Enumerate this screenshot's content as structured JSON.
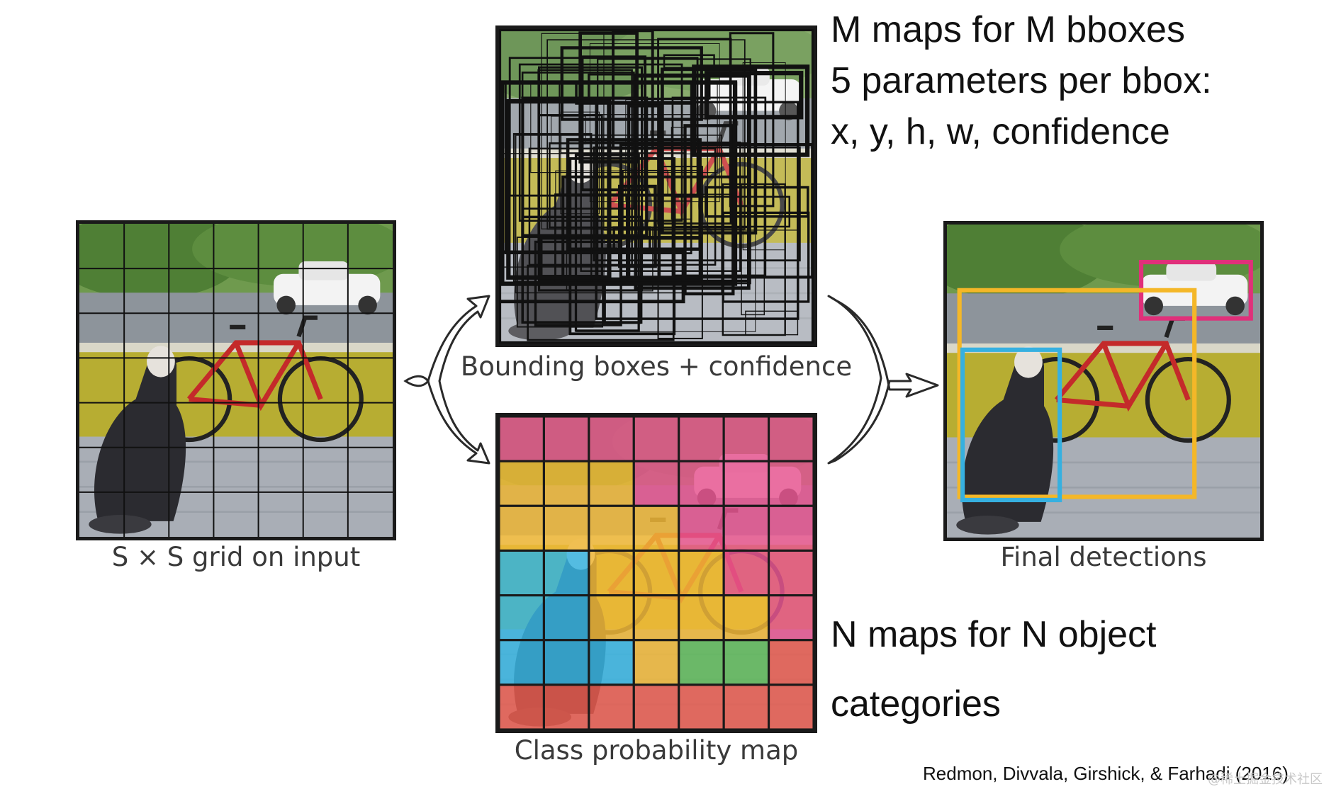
{
  "captions": {
    "input": "S × S grid on input",
    "bboxes": "Bounding boxes + confidence",
    "classmap": "Class probability map",
    "final": "Final detections"
  },
  "notes": {
    "bbox_lines": [
      "M maps for M bboxes",
      "5 parameters per bbox:",
      "x, y, h, w, confidence"
    ],
    "class_lines": [
      "N maps for N object",
      "categories"
    ]
  },
  "credit": "Redmon, Divvala, Girshick, & Farhadi (2016)",
  "watermark": "@稀土掘金技术社区",
  "colors": {
    "pink": "#e8528f",
    "yellow": "#f2b733",
    "blue": "#33b3e2",
    "green": "#5bb855",
    "red": "#e9584a",
    "dog_box": "#36b0e0",
    "bike_box": "#f4b728",
    "car_box": "#e0307a"
  },
  "class_grid": [
    [
      "pink",
      "pink",
      "pink",
      "pink",
      "pink",
      "pink",
      "pink"
    ],
    [
      "yellow",
      "yellow",
      "yellow",
      "pink",
      "pink",
      "pink",
      "pink"
    ],
    [
      "yellow",
      "yellow",
      "yellow",
      "yellow",
      "pink",
      "pink",
      "pink"
    ],
    [
      "blue",
      "blue",
      "yellow",
      "yellow",
      "yellow",
      "pink",
      "pink"
    ],
    [
      "blue",
      "blue",
      "yellow",
      "yellow",
      "yellow",
      "yellow",
      "pink"
    ],
    [
      "blue",
      "blue",
      "blue",
      "yellow",
      "green",
      "green",
      "red"
    ],
    [
      "red",
      "red",
      "red",
      "red",
      "red",
      "red",
      "red"
    ]
  ]
}
